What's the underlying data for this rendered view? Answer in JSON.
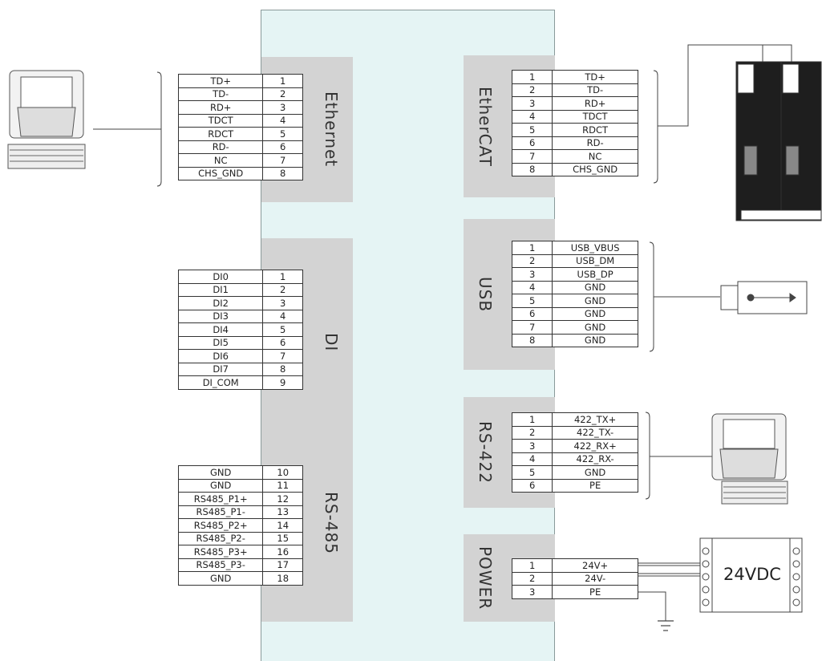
{
  "groups": {
    "ethernet": {
      "title": "Ethernet",
      "pins": [
        {
          "signal": "TD+",
          "num": "1"
        },
        {
          "signal": "TD-",
          "num": "2"
        },
        {
          "signal": "RD+",
          "num": "3"
        },
        {
          "signal": "TDCT",
          "num": "4"
        },
        {
          "signal": "RDCT",
          "num": "5"
        },
        {
          "signal": "RD-",
          "num": "6"
        },
        {
          "signal": "NC",
          "num": "7"
        },
        {
          "signal": "CHS_GND",
          "num": "8"
        }
      ]
    },
    "di": {
      "title": "DI",
      "pins": [
        {
          "signal": "DI0",
          "num": "1"
        },
        {
          "signal": "DI1",
          "num": "2"
        },
        {
          "signal": "DI2",
          "num": "3"
        },
        {
          "signal": "DI3",
          "num": "4"
        },
        {
          "signal": "DI4",
          "num": "5"
        },
        {
          "signal": "DI5",
          "num": "6"
        },
        {
          "signal": "DI6",
          "num": "7"
        },
        {
          "signal": "DI7",
          "num": "8"
        },
        {
          "signal": "DI_COM",
          "num": "9"
        }
      ]
    },
    "rs485": {
      "title": "RS-485",
      "pins": [
        {
          "signal": "GND",
          "num": "10"
        },
        {
          "signal": "GND",
          "num": "11"
        },
        {
          "signal": "RS485_P1+",
          "num": "12"
        },
        {
          "signal": "RS485_P1-",
          "num": "13"
        },
        {
          "signal": "RS485_P2+",
          "num": "14"
        },
        {
          "signal": "RS485_P2-",
          "num": "15"
        },
        {
          "signal": "RS485_P3+",
          "num": "16"
        },
        {
          "signal": "RS485_P3-",
          "num": "17"
        },
        {
          "signal": "GND",
          "num": "18"
        }
      ]
    },
    "ethercat": {
      "title": "EtherCAT",
      "pins": [
        {
          "num": "1",
          "signal": "TD+"
        },
        {
          "num": "2",
          "signal": "TD-"
        },
        {
          "num": "3",
          "signal": "RD+"
        },
        {
          "num": "4",
          "signal": "TDCT"
        },
        {
          "num": "5",
          "signal": "RDCT"
        },
        {
          "num": "6",
          "signal": "RD-"
        },
        {
          "num": "7",
          "signal": "NC"
        },
        {
          "num": "8",
          "signal": "CHS_GND"
        }
      ]
    },
    "usb": {
      "title": "USB",
      "pins": [
        {
          "num": "1",
          "signal": "USB_VBUS"
        },
        {
          "num": "2",
          "signal": "USB_DM"
        },
        {
          "num": "3",
          "signal": "USB_DP"
        },
        {
          "num": "4",
          "signal": "GND"
        },
        {
          "num": "5",
          "signal": "GND"
        },
        {
          "num": "6",
          "signal": "GND"
        },
        {
          "num": "7",
          "signal": "GND"
        },
        {
          "num": "8",
          "signal": "GND"
        }
      ]
    },
    "rs422": {
      "title": "RS-422",
      "pins": [
        {
          "num": "1",
          "signal": "422_TX+"
        },
        {
          "num": "2",
          "signal": "422_TX-"
        },
        {
          "num": "3",
          "signal": "422_RX+"
        },
        {
          "num": "4",
          "signal": "422_RX-"
        },
        {
          "num": "5",
          "signal": "GND"
        },
        {
          "num": "6",
          "signal": "PE"
        }
      ]
    },
    "power": {
      "title": "POWER",
      "pins": [
        {
          "num": "1",
          "signal": "24V+"
        },
        {
          "num": "2",
          "signal": "24V-"
        },
        {
          "num": "3",
          "signal": "PE"
        }
      ]
    }
  },
  "devices": {
    "psu_label": "24VDC",
    "icons": [
      "computer-icon",
      "servo-drive-icon",
      "usb-drive-icon",
      "ground-icon"
    ]
  }
}
